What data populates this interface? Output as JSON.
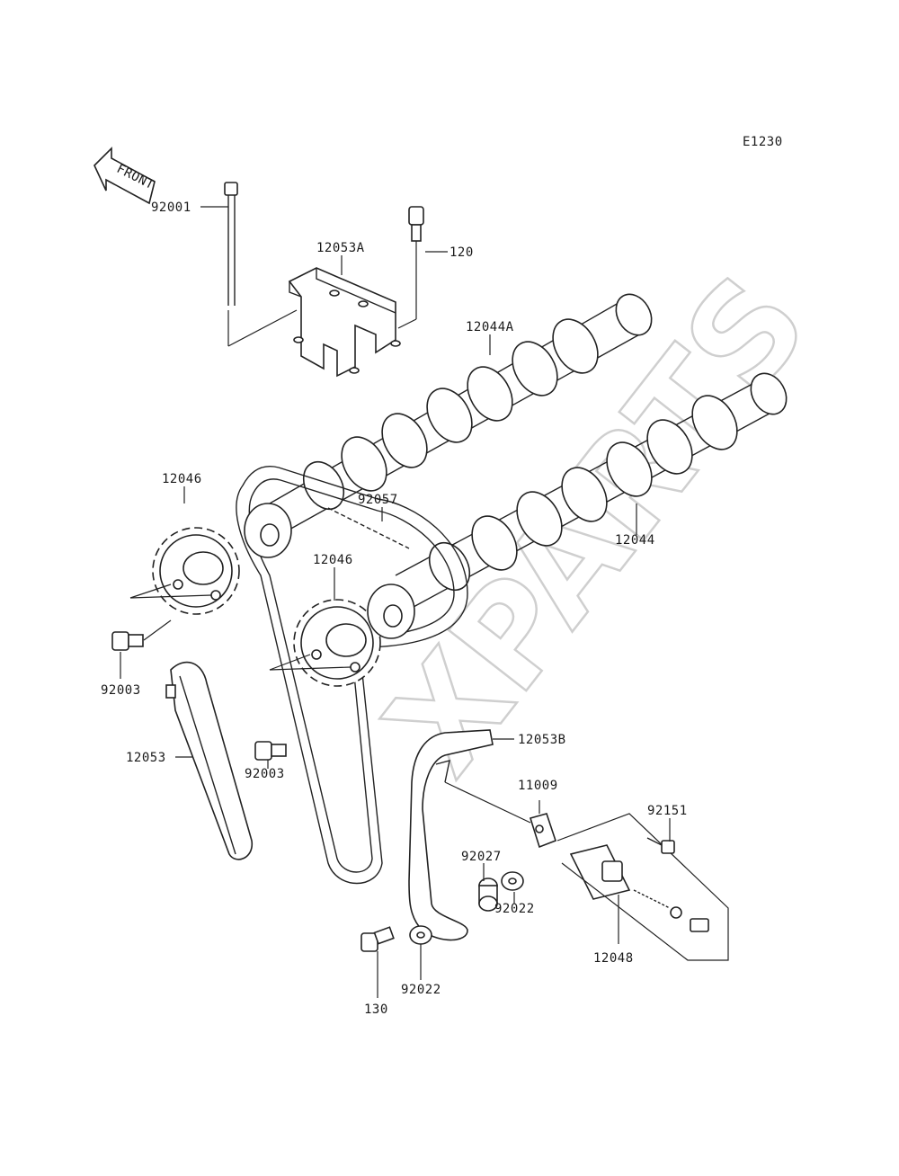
{
  "diagram": {
    "code": "E1230",
    "front_label": "FRONT",
    "watermark": "XPARTS",
    "parts": [
      {
        "id": "p-92001",
        "label": "92001"
      },
      {
        "id": "p-12053a",
        "label": "12053A"
      },
      {
        "id": "p-120",
        "label": "120"
      },
      {
        "id": "p-12044a",
        "label": "12044A"
      },
      {
        "id": "p-12046a",
        "label": "12046"
      },
      {
        "id": "p-92057",
        "label": "92057"
      },
      {
        "id": "p-12044",
        "label": "12044"
      },
      {
        "id": "p-12046b",
        "label": "12046"
      },
      {
        "id": "p-92003a",
        "label": "92003"
      },
      {
        "id": "p-92003b",
        "label": "92003"
      },
      {
        "id": "p-12053",
        "label": "12053"
      },
      {
        "id": "p-12053b",
        "label": "12053B"
      },
      {
        "id": "p-11009",
        "label": "11009"
      },
      {
        "id": "p-92151",
        "label": "92151"
      },
      {
        "id": "p-92027",
        "label": "92027"
      },
      {
        "id": "p-92022a",
        "label": "92022"
      },
      {
        "id": "p-12048",
        "label": "12048"
      },
      {
        "id": "p-92022b",
        "label": "92022"
      },
      {
        "id": "p-130",
        "label": "130"
      }
    ]
  }
}
